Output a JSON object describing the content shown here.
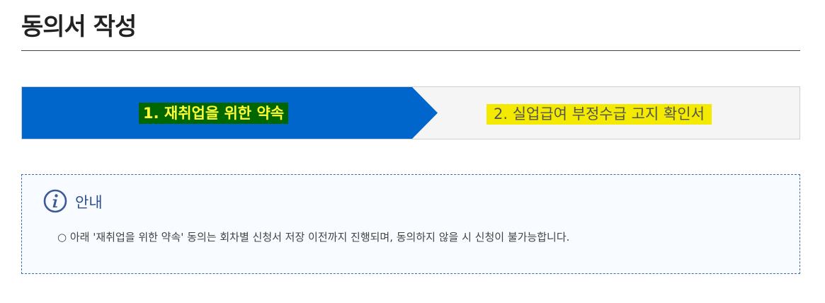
{
  "page": {
    "title": "동의서 작성"
  },
  "steps": [
    {
      "label": "1. 재취업을 위한 약속",
      "state": "active"
    },
    {
      "label": "2. 실업급여 부정수급 고지 확인서",
      "state": "inactive"
    }
  ],
  "notice": {
    "icon": "info-icon",
    "title": "안내",
    "text": "○ 아래 '재취업을 위한 약속' 동의는 회차별 신청서 저장 이전까지 진행되며, 동의하지 않을 시 신청이 불가능합니다."
  },
  "colors": {
    "active_step_bg": "#0066cc",
    "inactive_step_bg": "#f5f5f5",
    "active_highlight": "#006600",
    "active_text": "#ffff33",
    "inactive_highlight": "#f3ea00",
    "notice_border": "#3a6fa8",
    "notice_title": "#2e4f8f"
  }
}
